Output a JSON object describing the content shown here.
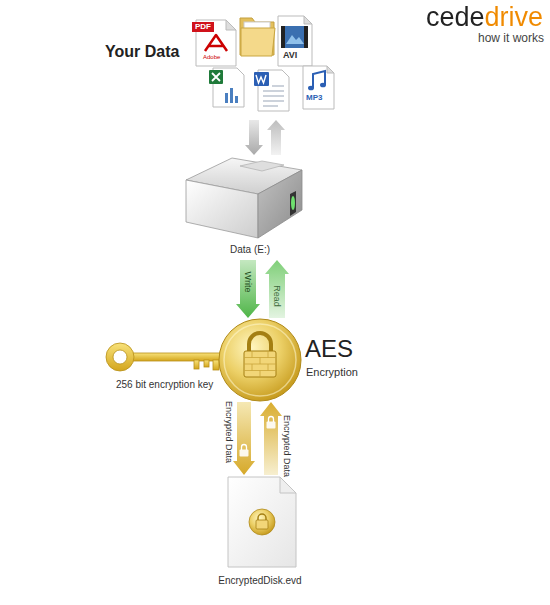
{
  "diagram": {
    "nodes": [
      {
        "text": [
          "Your Data"
        ]
      },
      {
        "text": [
          "Data (E:)"
        ]
      },
      {
        "text": [
          "256 bit encryption key"
        ]
      },
      {
        "text": [
          "AES",
          "Encryption"
        ]
      },
      {
        "text": [
          "EncryptedDisk.evd"
        ]
      }
    ],
    "edges": [
      {
        "from": 0,
        "to": 1,
        "arrow": "to"
      },
      {
        "from": 1,
        "to": 0,
        "arrow": "to"
      },
      {
        "from": 1,
        "to": 3,
        "label": "Write",
        "arrow": "to"
      },
      {
        "from": 3,
        "to": 1,
        "label": "Read",
        "arrow": "to"
      },
      {
        "from": 3,
        "to": 4,
        "label": "Encrypted Data",
        "arrow": "to"
      },
      {
        "from": 4,
        "to": 3,
        "label": "Encrypted Data",
        "arrow": "to"
      }
    ],
    "labels": [
      "cededrive",
      "how it works",
      "PDF",
      "Adobe",
      "AVI",
      "MP3"
    ]
  }
}
